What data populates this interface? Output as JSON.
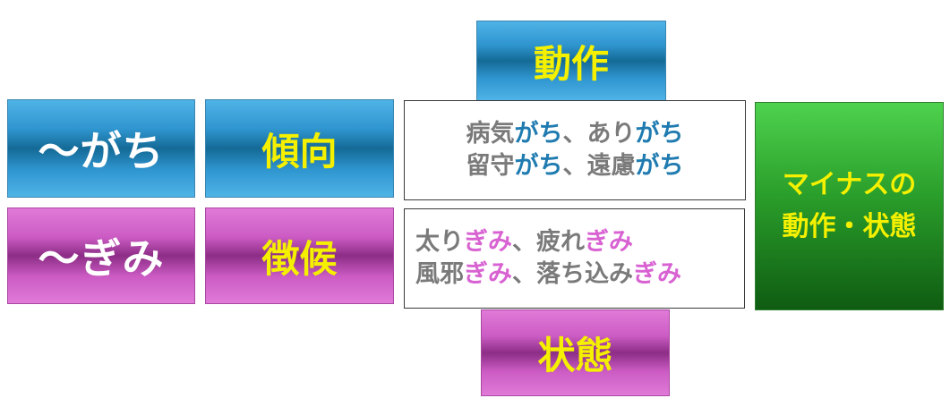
{
  "suffixes": {
    "gachi": {
      "label": "～がち",
      "meaning": "傾向"
    },
    "gimi": {
      "label": "～ぎみ",
      "meaning": "徴候"
    }
  },
  "top_box": {
    "label": "動作"
  },
  "bottom_box": {
    "label": "状態"
  },
  "right_box": {
    "line1": "マイナスの",
    "line2": "動作・状態"
  },
  "gachi_examples": [
    {
      "parts": [
        {
          "text": "病気",
          "hl": false
        },
        {
          "text": "がち",
          "hl": true
        },
        {
          "text": "、あり",
          "hl": false
        },
        {
          "text": "がち",
          "hl": true
        }
      ]
    },
    {
      "parts": [
        {
          "text": "留守",
          "hl": false
        },
        {
          "text": "がち",
          "hl": true
        },
        {
          "text": "、遠慮",
          "hl": false
        },
        {
          "text": "がち",
          "hl": true
        }
      ]
    }
  ],
  "gimi_examples": [
    {
      "parts": [
        {
          "text": "太り",
          "hl": false
        },
        {
          "text": "ぎみ",
          "hl": true
        },
        {
          "text": "、疲れ",
          "hl": false
        },
        {
          "text": "ぎみ",
          "hl": true
        }
      ]
    },
    {
      "parts": [
        {
          "text": "風邪",
          "hl": false
        },
        {
          "text": "ぎみ",
          "hl": true
        },
        {
          "text": "、落ち込み",
          "hl": false
        },
        {
          "text": "ぎみ",
          "hl": true
        }
      ]
    }
  ],
  "colors": {
    "blue_highlight": "#1f7bb0",
    "pink_highlight": "#d862d2",
    "plain_text": "#7a7a7a",
    "label_yellow": "#f4f000"
  }
}
